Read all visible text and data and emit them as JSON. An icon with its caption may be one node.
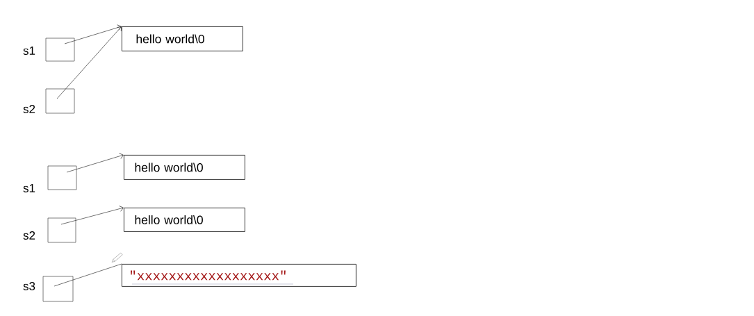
{
  "diagram": {
    "nodes": [
      {
        "text": [],
        "shape": "box",
        "beside": [
          "s1"
        ]
      },
      {
        "text": [],
        "shape": "box",
        "beside": [
          "s2"
        ]
      },
      {
        "text": [
          "hello world\\0"
        ]
      },
      {
        "text": [],
        "shape": "box",
        "beside": [
          "s1"
        ]
      },
      {
        "text": [
          "hello world\\0"
        ]
      },
      {
        "text": [],
        "shape": "box",
        "beside": [
          "s2"
        ]
      },
      {
        "text": [
          "hello world\\0"
        ]
      },
      {
        "text": [],
        "shape": "box",
        "beside": [
          "s3"
        ]
      },
      {
        "text": [
          "\"xxxxxxxxxxxxxxxxxx\""
        ]
      }
    ],
    "edges": [
      {
        "from": 0,
        "to": 2,
        "arrow": "to"
      },
      {
        "from": 1,
        "to": 2,
        "arrow": "to"
      },
      {
        "from": 3,
        "to": 4,
        "arrow": "to"
      },
      {
        "from": 5,
        "to": 6,
        "arrow": "to"
      },
      {
        "from": 7,
        "to": 8,
        "arrow": "none"
      }
    ]
  }
}
